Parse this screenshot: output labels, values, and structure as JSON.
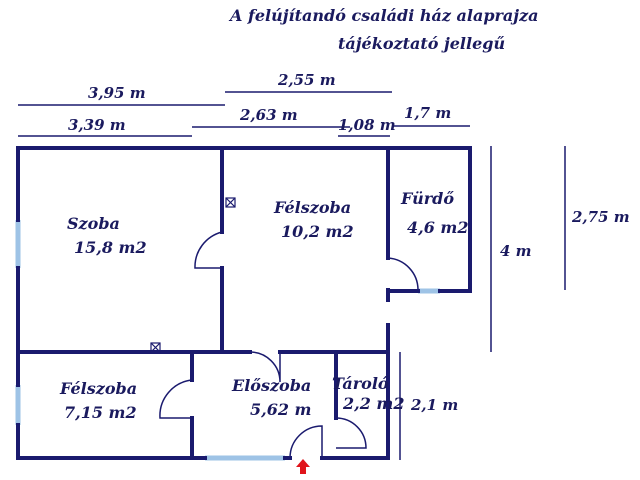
{
  "title": "A felújítandó családi ház alaprajza",
  "subtitle": "tájékoztató jellegű",
  "dimensions": {
    "d1": "3,95 m",
    "d2": "2,55 m",
    "d3": "3,39 m",
    "d4": "2,63 m",
    "d5": "1,08 m",
    "d6": "1,7 m",
    "d7": "4 m",
    "d8": "2,75 m",
    "d9": "2,1 m"
  },
  "rooms": {
    "szoba": {
      "name": "Szoba",
      "area": "15,8 m2"
    },
    "felszoba_top": {
      "name": "Félszoba",
      "area": "10,2 m2"
    },
    "furdo": {
      "name": "Fürdő",
      "area": "4,6 m2"
    },
    "felszoba_bottom": {
      "name": "Félszoba",
      "area": "7,15 m2"
    },
    "eloszoba": {
      "name": "Előszoba",
      "area": "5,62 m"
    },
    "tarolo": {
      "name": "Tároló",
      "area": "2,2 m2"
    }
  },
  "colors": {
    "wall": "#1a1a6e",
    "window": "#9ec3e6",
    "entrance": "#e0141b",
    "dimension_line": "#1a1a6e"
  }
}
